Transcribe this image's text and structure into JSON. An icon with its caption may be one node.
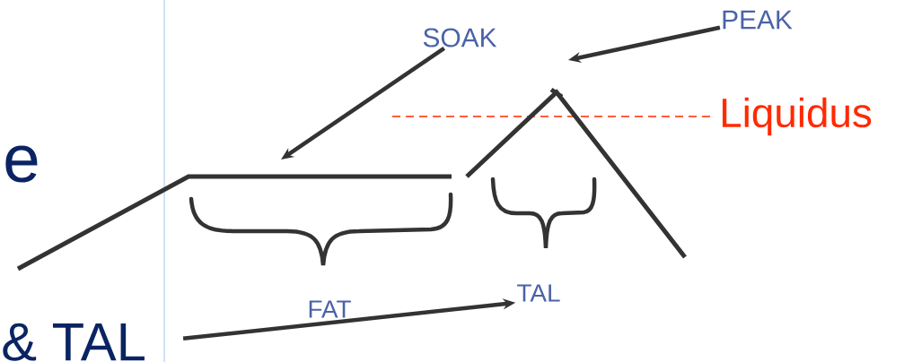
{
  "diagram": {
    "nodes": [
      {
        "text": [
          "SOAK"
        ]
      },
      {
        "text": [
          "PEAK"
        ]
      },
      {
        "text": [
          "TAL"
        ]
      },
      {
        "text": [
          "& TAL"
        ]
      }
    ],
    "edges": [
      {
        "from": 0,
        "to": null,
        "arrow": "to"
      },
      {
        "from": 1,
        "to": null,
        "arrow": "to"
      },
      {
        "from": 3,
        "to": 2,
        "arrow": "to"
      }
    ],
    "labels": [
      "e",
      "Liquidus",
      "FAT"
    ]
  }
}
